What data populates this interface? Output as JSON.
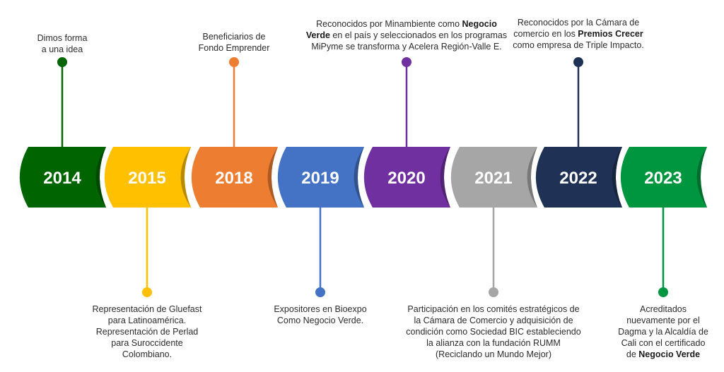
{
  "events": [
    {
      "year": "2014",
      "color": "#006400",
      "position": "top",
      "lines": [
        [
          {
            "t": "Dimos forma"
          }
        ],
        [
          {
            "t": "a una idea"
          }
        ]
      ]
    },
    {
      "year": "2015",
      "color": "#FFC000",
      "position": "bottom",
      "lines": [
        [
          {
            "t": "Representación de Gluefast"
          }
        ],
        [
          {
            "t": "para Latinoamérica."
          }
        ],
        [
          {
            "t": "Representación de Perlad"
          }
        ],
        [
          {
            "t": "para Suroccidente"
          }
        ],
        [
          {
            "t": "Colombiano."
          }
        ]
      ]
    },
    {
      "year": "2018",
      "color": "#ED7D31",
      "position": "top",
      "lines": [
        [
          {
            "t": "Beneficiarios de"
          }
        ],
        [
          {
            "t": "Fondo Emprender"
          }
        ]
      ]
    },
    {
      "year": "2019",
      "color": "#4472C4",
      "position": "bottom",
      "lines": [
        [
          {
            "t": "Expositores en Bioexpo"
          }
        ],
        [
          {
            "t": "Como Negocio Verde."
          }
        ]
      ]
    },
    {
      "year": "2020",
      "color": "#7030A0",
      "position": "top",
      "lines": [
        [
          {
            "t": "Reconocidos por Minambiente como "
          },
          {
            "t": "Negocio",
            "b": true
          }
        ],
        [
          {
            "t": "Verde",
            "b": true
          },
          {
            "t": " en el país y seleccionados en los programas"
          }
        ],
        [
          {
            "t": "MiPyme se transforma y Acelera Región-Valle E."
          }
        ]
      ]
    },
    {
      "year": "2021",
      "color": "#A6A6A6",
      "position": "bottom",
      "lines": [
        [
          {
            "t": "Participación en los comités estratégicos de"
          }
        ],
        [
          {
            "t": "la Cámara de Comercio y adquisición de"
          }
        ],
        [
          {
            "t": "condición como Sociedad BIC estableciendo"
          }
        ],
        [
          {
            "t": "la alianza con la fundación RUMM"
          }
        ],
        [
          {
            "t": "(Reciclando un Mundo Mejor)"
          }
        ]
      ]
    },
    {
      "year": "2022",
      "color": "#1F3256",
      "position": "top",
      "lines": [
        [
          {
            "t": "Reconocidos por la Cámara de"
          }
        ],
        [
          {
            "t": "comercio en los "
          },
          {
            "t": "Premios Crecer",
            "b": true
          }
        ],
        [
          {
            "t": "como empresa de Triple Impacto."
          }
        ]
      ]
    },
    {
      "year": "2023",
      "color": "#00963F",
      "position": "bottom",
      "lines": [
        [
          {
            "t": "Acreditados"
          }
        ],
        [
          {
            "t": "nuevamente por el"
          }
        ],
        [
          {
            "t": "Dagma y la Alcaldía de"
          }
        ],
        [
          {
            "t": "Cali con el certificado"
          }
        ],
        [
          {
            "t": "de "
          },
          {
            "t": "Negocio Verde",
            "b": true
          }
        ]
      ]
    }
  ]
}
